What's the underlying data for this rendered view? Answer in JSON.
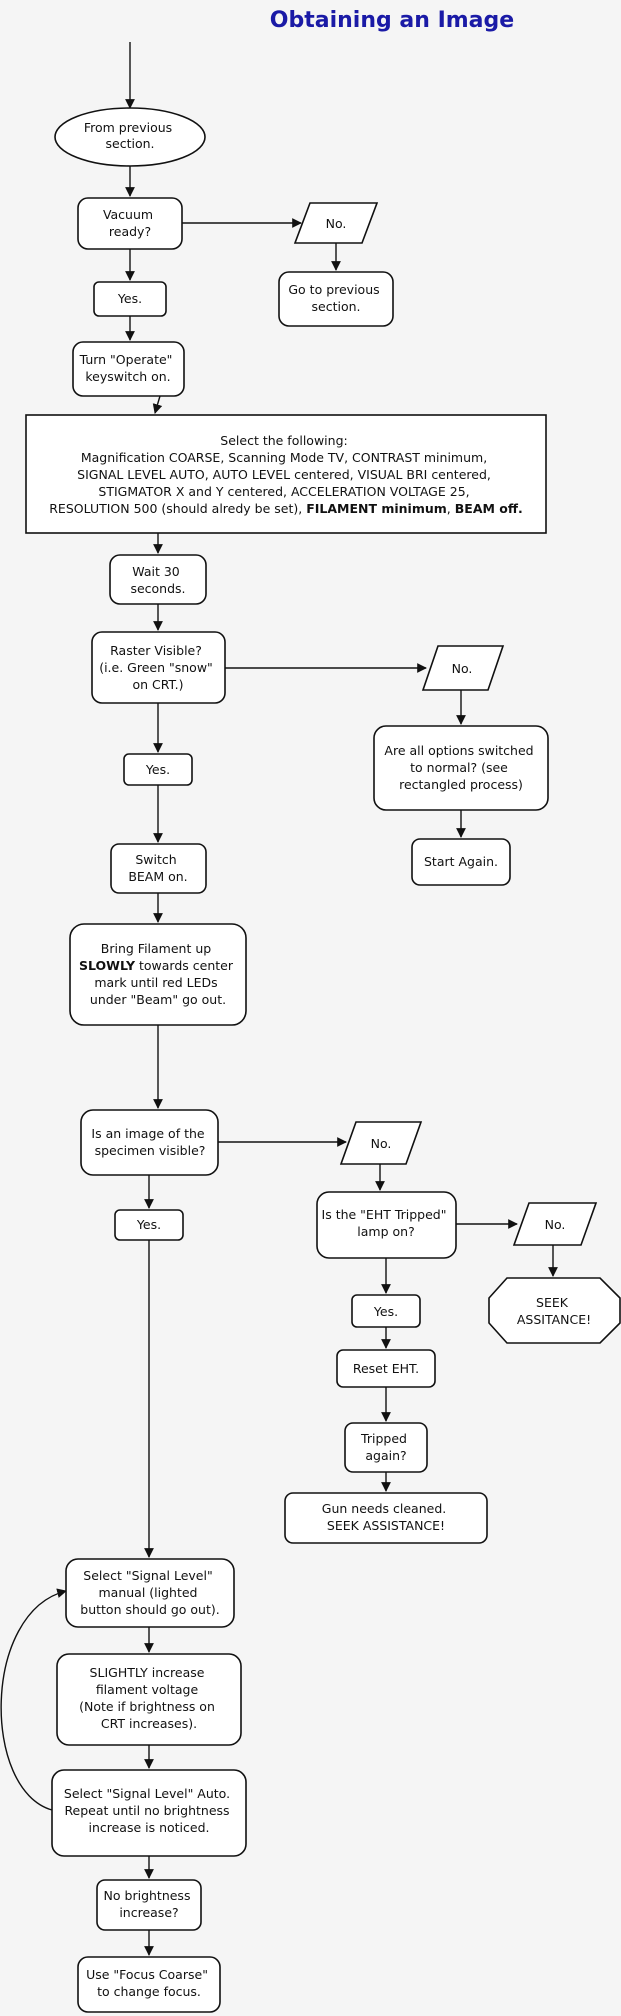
{
  "title": "Obtaining an Image",
  "nodes": {
    "start": [
      "From previous",
      "section."
    ],
    "vacuum": [
      "Vacuum",
      "ready?"
    ],
    "no1": [
      "No."
    ],
    "goprev": [
      "Go to previous",
      "section."
    ],
    "yes1": [
      "Yes."
    ],
    "operate": [
      "Turn \"Operate\"",
      "keyswitch on."
    ],
    "select": [
      "Select the following:",
      "Magnification COARSE, Scanning  Mode TV, CONTRAST minimum,",
      "SIGNAL LEVEL AUTO, AUTO LEVEL centered, VISUAL BRI centered,",
      "STIGMATOR X and Y centered, ACCELERATION VOLTAGE 25,"
    ],
    "select_last_plain": "RESOLUTION 500 (should alredy be set), ",
    "select_last_bold1": "FILAMENT minimum",
    "select_last_sep": ", ",
    "select_last_bold2": "BEAM off.",
    "wait": [
      "Wait 30",
      "seconds."
    ],
    "raster": [
      "Raster Visible?",
      "(i.e. Green \"snow\"",
      "on CRT.)"
    ],
    "no2": [
      "No."
    ],
    "options": [
      "Are all options switched",
      "to normal? (see",
      "rectangled process)"
    ],
    "startagain": [
      "Start Again."
    ],
    "yes2": [
      "Yes."
    ],
    "beam": [
      "Switch",
      "BEAM on."
    ],
    "filament_line1": "Bring Filament up",
    "filament_bold": "SLOWLY",
    "filament_line2_rest": " towards center",
    "filament_more": [
      "mark until red LEDs",
      "under \"Beam\" go out."
    ],
    "image": [
      "Is an image of the",
      "specimen visible?"
    ],
    "no3": [
      "No."
    ],
    "eht": [
      "Is the \"EHT Tripped\"",
      "lamp on?"
    ],
    "no4": [
      "No."
    ],
    "seek1": [
      "SEEK",
      "ASSITANCE!"
    ],
    "yes3": [
      "Yes."
    ],
    "yes4": [
      "Yes."
    ],
    "reset": [
      "Reset EHT."
    ],
    "tripped": [
      "Tripped",
      "again?"
    ],
    "gun": [
      "Gun needs cleaned.",
      "SEEK ASSISTANCE!"
    ],
    "siglevel": [
      "Select \"Signal Level\"",
      "manual (lighted",
      "button should go out)."
    ],
    "slightly": [
      "SLIGHTLY increase",
      "filament voltage",
      "(Note if brightness on",
      "CRT increases)."
    ],
    "sigauto": [
      "Select \"Signal Level\" Auto.",
      "Repeat until no brightness",
      "increase is noticed."
    ],
    "nobright": [
      "No brightness",
      "increase?"
    ],
    "focus": [
      "Use \"Focus Coarse\"",
      "to change focus."
    ]
  }
}
